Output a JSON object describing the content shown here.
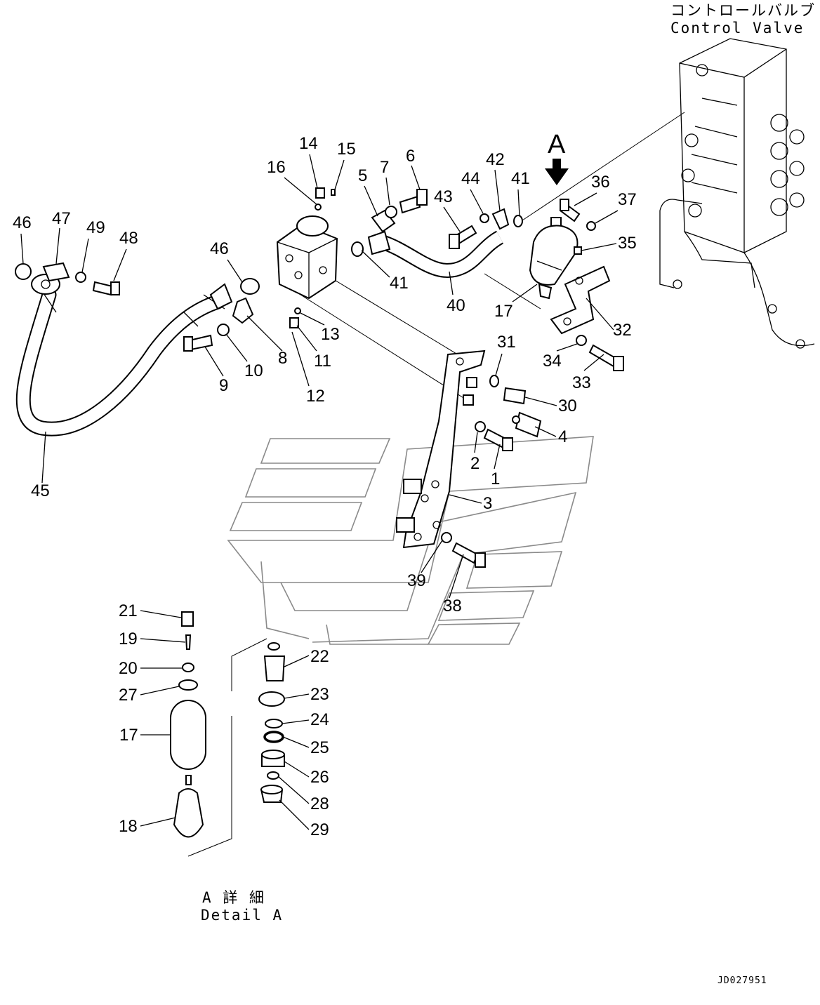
{
  "captions": {
    "control_valve_jp": "コントロールバルブ",
    "control_valve_en": "Control Valve",
    "view_arrow": "A",
    "detail_jp": "A 詳 細",
    "detail_en": "Detail A",
    "drawing_code": "JD027951"
  },
  "part_labels": [
    {
      "id": "1",
      "text": "1"
    },
    {
      "id": "2",
      "text": "2"
    },
    {
      "id": "3",
      "text": "3"
    },
    {
      "id": "4",
      "text": "4"
    },
    {
      "id": "5",
      "text": "5"
    },
    {
      "id": "6",
      "text": "6"
    },
    {
      "id": "7",
      "text": "7"
    },
    {
      "id": "8",
      "text": "8"
    },
    {
      "id": "9",
      "text": "9"
    },
    {
      "id": "10",
      "text": "10"
    },
    {
      "id": "11",
      "text": "11"
    },
    {
      "id": "12",
      "text": "12"
    },
    {
      "id": "13",
      "text": "13"
    },
    {
      "id": "14",
      "text": "14"
    },
    {
      "id": "15",
      "text": "15"
    },
    {
      "id": "16",
      "text": "16"
    },
    {
      "id": "17a",
      "text": "17"
    },
    {
      "id": "17b",
      "text": "17"
    },
    {
      "id": "18",
      "text": "18"
    },
    {
      "id": "19",
      "text": "19"
    },
    {
      "id": "20",
      "text": "20"
    },
    {
      "id": "21",
      "text": "21"
    },
    {
      "id": "22",
      "text": "22"
    },
    {
      "id": "23",
      "text": "23"
    },
    {
      "id": "24",
      "text": "24"
    },
    {
      "id": "25",
      "text": "25"
    },
    {
      "id": "26",
      "text": "26"
    },
    {
      "id": "27",
      "text": "27"
    },
    {
      "id": "28",
      "text": "28"
    },
    {
      "id": "29",
      "text": "29"
    },
    {
      "id": "30",
      "text": "30"
    },
    {
      "id": "31",
      "text": "31"
    },
    {
      "id": "32",
      "text": "32"
    },
    {
      "id": "33",
      "text": "33"
    },
    {
      "id": "34",
      "text": "34"
    },
    {
      "id": "35",
      "text": "35"
    },
    {
      "id": "36",
      "text": "36"
    },
    {
      "id": "37",
      "text": "37"
    },
    {
      "id": "38",
      "text": "38"
    },
    {
      "id": "39",
      "text": "39"
    },
    {
      "id": "40",
      "text": "40"
    },
    {
      "id": "41a",
      "text": "41"
    },
    {
      "id": "41b",
      "text": "41"
    },
    {
      "id": "42",
      "text": "42"
    },
    {
      "id": "43",
      "text": "43"
    },
    {
      "id": "44",
      "text": "44"
    },
    {
      "id": "45",
      "text": "45"
    },
    {
      "id": "46a",
      "text": "46"
    },
    {
      "id": "46b",
      "text": "46"
    },
    {
      "id": "47",
      "text": "47"
    },
    {
      "id": "48",
      "text": "48"
    },
    {
      "id": "49",
      "text": "49"
    }
  ]
}
